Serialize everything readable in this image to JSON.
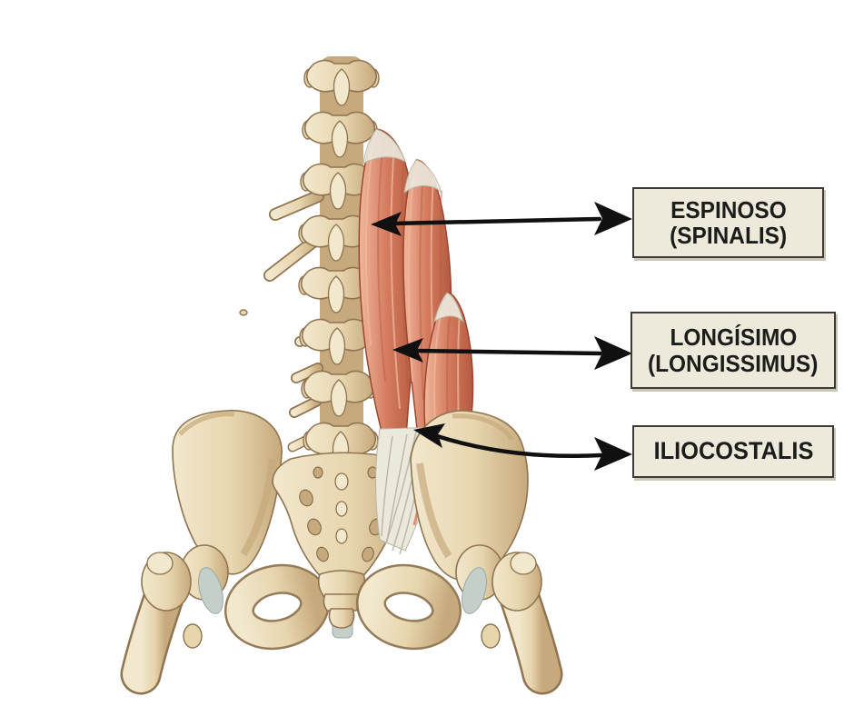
{
  "labels": [
    {
      "line1": "ESPINOSO",
      "line2": "(SPINALIS)"
    },
    {
      "line1": "LONGÍSIMO",
      "line2": "(LONGISSIMUS)"
    },
    {
      "line1": "ILIOCOSTALIS"
    }
  ],
  "arrows": [
    {
      "icon": "double-headed-arrow",
      "points_to": "spinalis muscle"
    },
    {
      "icon": "double-headed-arrow",
      "points_to": "longissimus muscle"
    },
    {
      "icon": "curved-double-headed-arrow",
      "points_to": "iliocostalis muscle"
    }
  ],
  "colors": {
    "background": "#ffffff",
    "bone": "#e7d5ae",
    "bone_light": "#f2e8cd",
    "bone_shadow": "#c6a97c",
    "bone_outline": "#8e7450",
    "muscle": "#d47a5e",
    "muscle_light": "#f0b79c",
    "muscle_dark": "#b35a40",
    "muscle_outline": "#9c4530",
    "tendon": "#ebe8dc",
    "cartilage": "#c4cfc9",
    "arrow": "#101010",
    "label_bg": "#edeadb",
    "label_border": "#3c3b36",
    "label_text": "#1c1c1a",
    "label_shadow": "#c9c6b8"
  }
}
